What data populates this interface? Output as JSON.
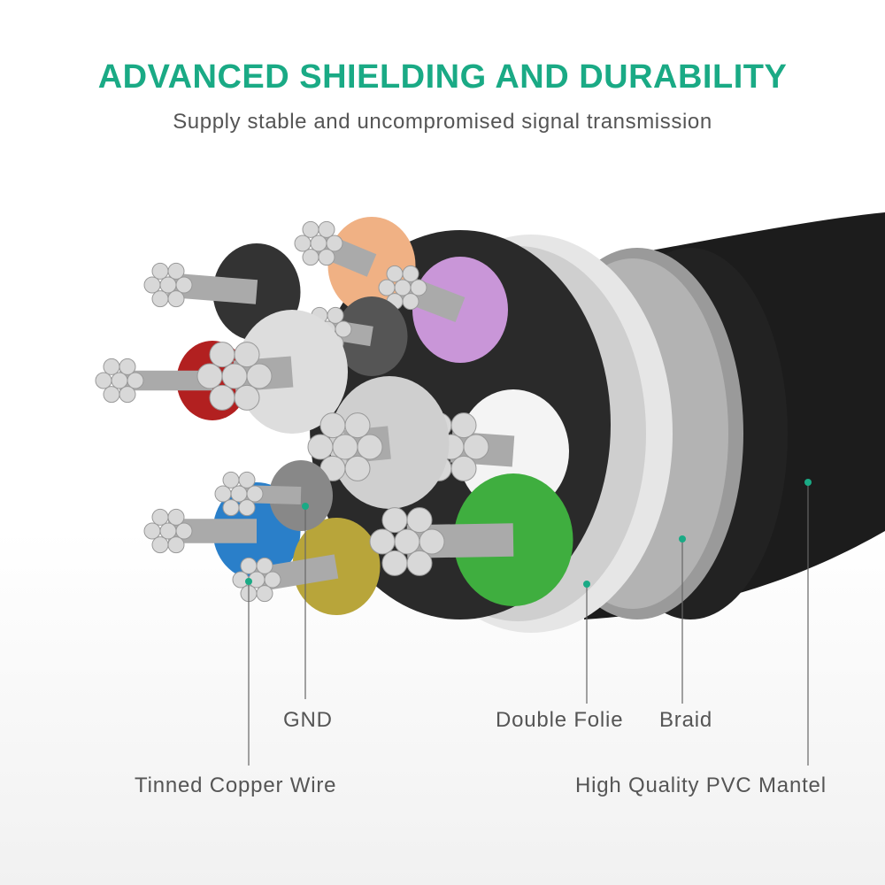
{
  "header": {
    "title": "ADVANCED SHIELDING AND DURABILITY",
    "subtitle": "Supply stable and uncompromised signal transmission"
  },
  "callouts": {
    "gnd": "GND",
    "tinned_copper_wire": "Tinned Copper Wire",
    "double_folie": "Double Folie",
    "braid": "Braid",
    "pvc_mantel": "High Quality PVC Mantel"
  },
  "colors": {
    "accent": "#1aaa85",
    "text": "#555555",
    "jacket": "#1c1c1c"
  }
}
